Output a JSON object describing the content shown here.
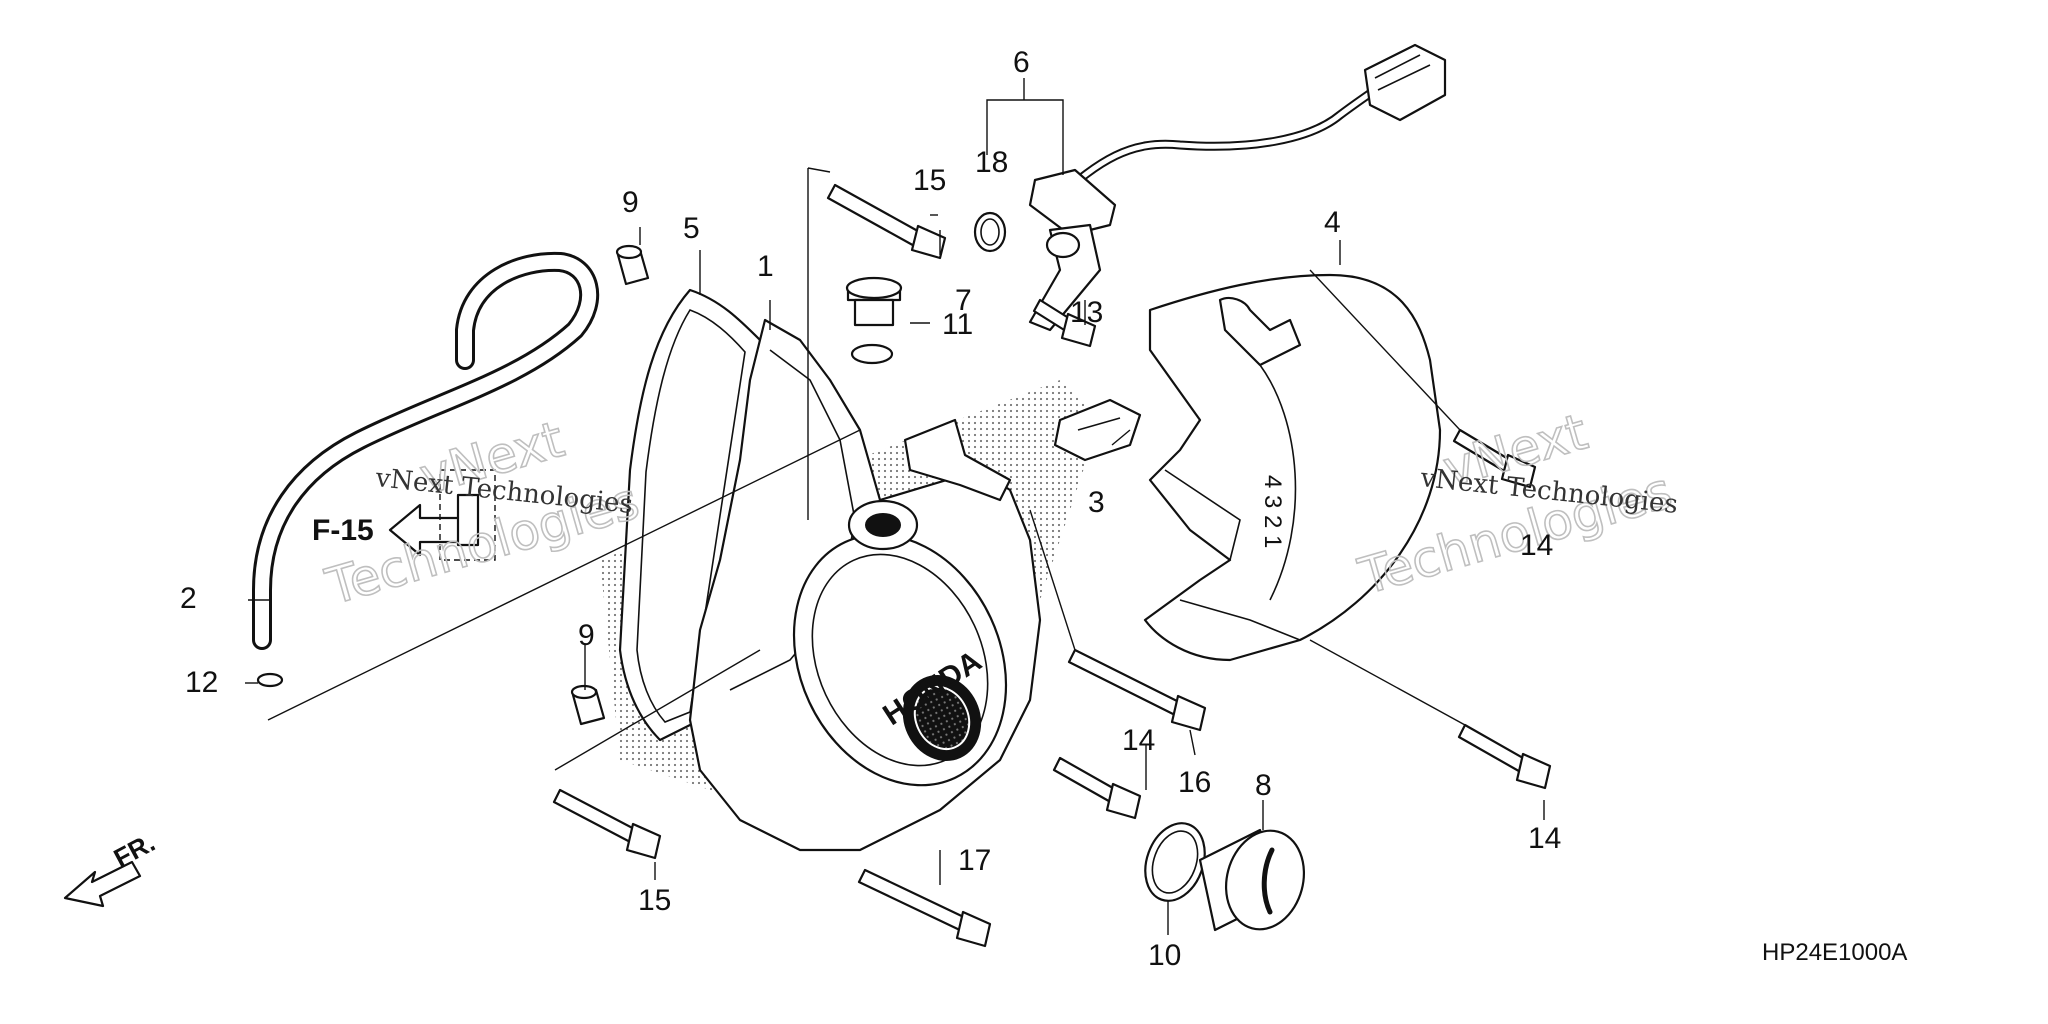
{
  "callouts": {
    "c1": "1",
    "c2": "2",
    "c3": "3",
    "c4": "4",
    "c5": "5",
    "c6": "6",
    "c7": "7",
    "c8": "8",
    "c9a": "9",
    "c9b": "9",
    "c10": "10",
    "c11": "11",
    "c12": "12",
    "c13": "13",
    "c14a": "14",
    "c14b": "14",
    "c14c": "14",
    "c15a": "15",
    "c15b": "15",
    "c16": "16",
    "c17": "17",
    "c18": "18"
  },
  "reference": "F-15",
  "front_marker": "FR.",
  "logo_text": "HONDA",
  "diagram_code": "HP24E1000A",
  "watermark": {
    "line1": "vNext",
    "line2": "Technologies",
    "small": "vNext Technologies"
  }
}
